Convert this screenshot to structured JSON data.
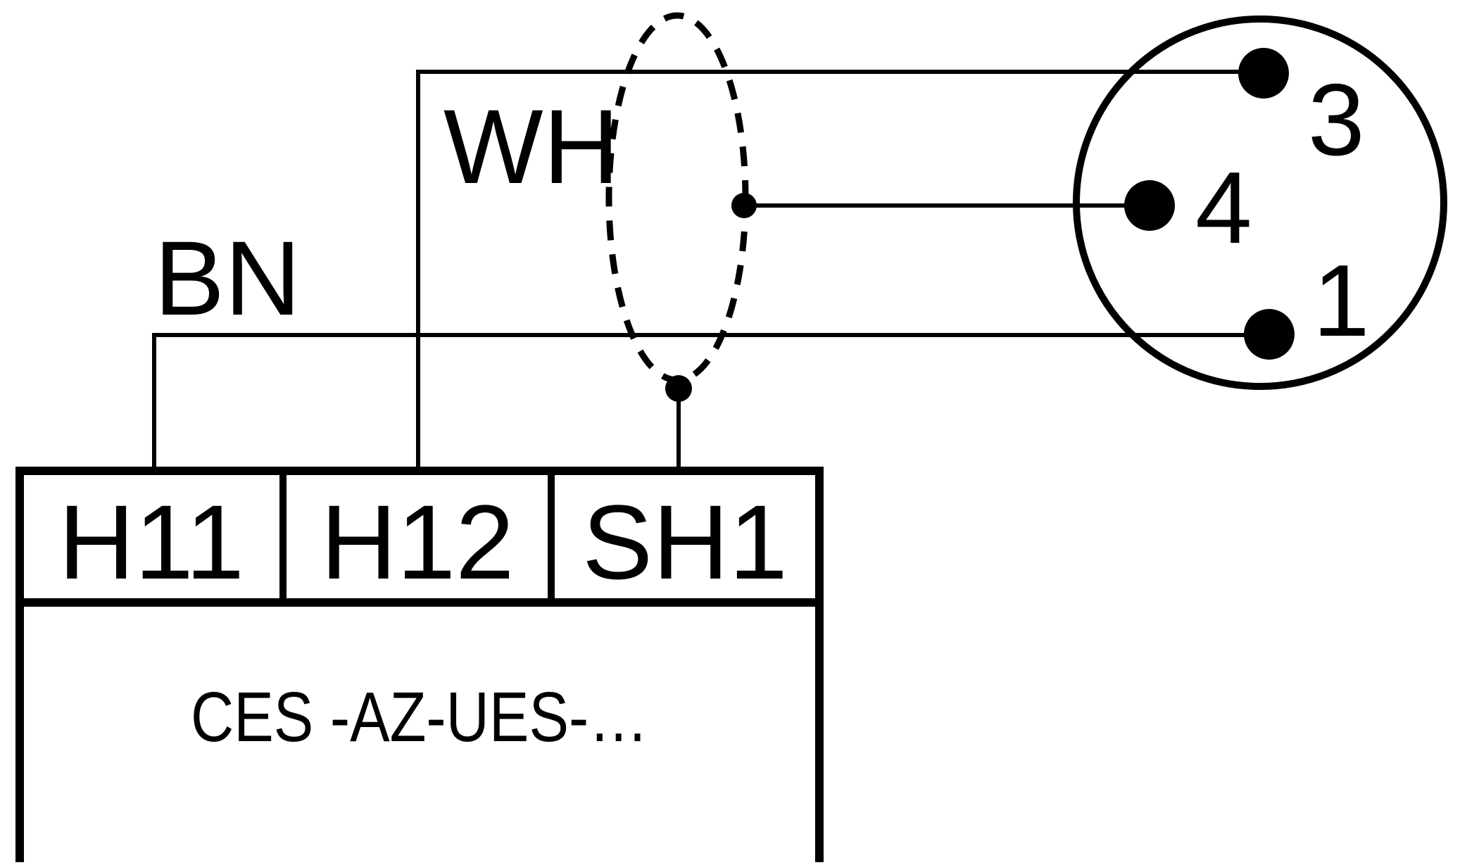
{
  "diagram": {
    "wire_labels": {
      "wh": "WH",
      "bn": "BN"
    },
    "connector": {
      "pin_top": "3",
      "pin_middle": "4",
      "pin_bottom": "1"
    },
    "terminals": {
      "t1": "H11",
      "t2": "H12",
      "t3": "SH1"
    },
    "device_label": "CES -AZ-UES-…",
    "colors": {
      "ink": "#000000",
      "background": "#ffffff"
    }
  }
}
